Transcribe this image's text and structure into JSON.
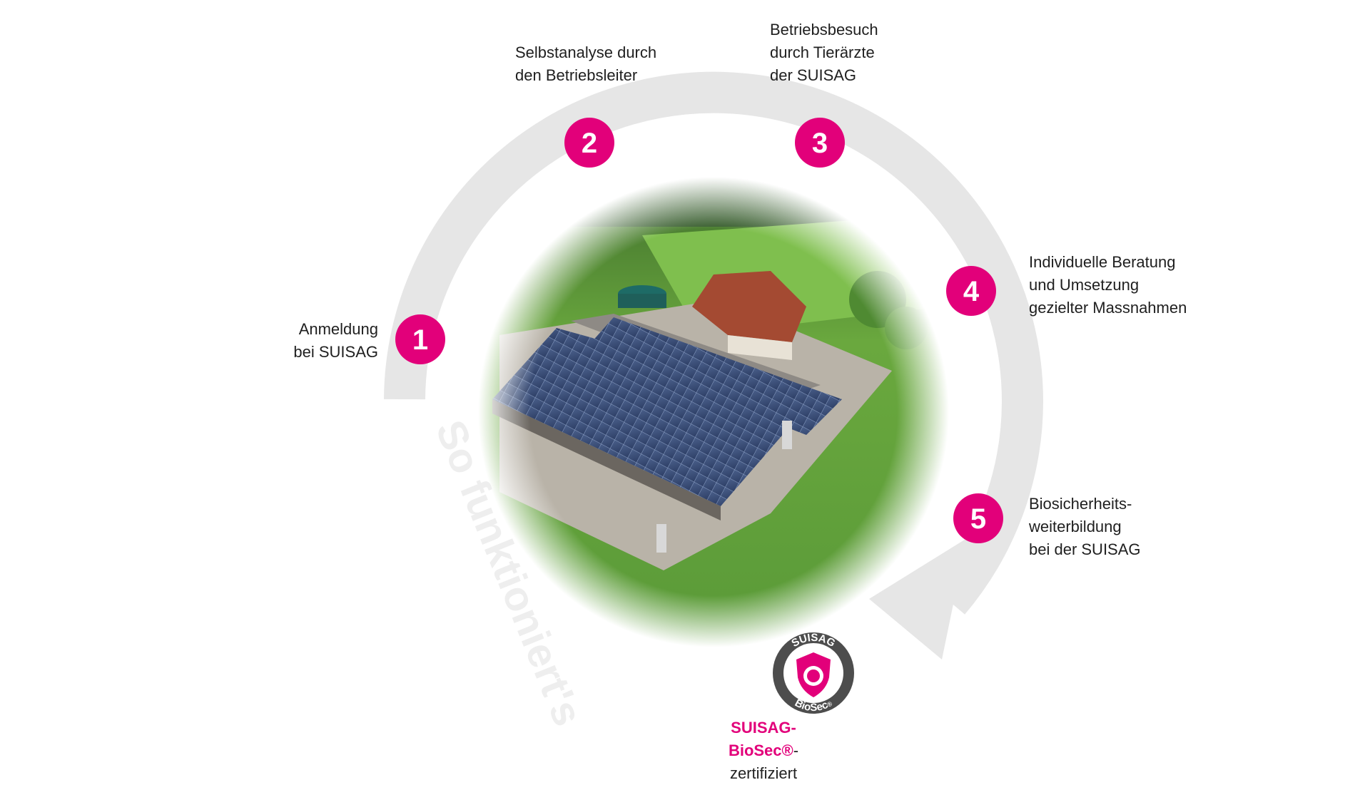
{
  "colors": {
    "accent": "#e2007a",
    "arrow": "#e6e6e6",
    "arrow_text": "#eeeeee",
    "seal_dark": "#4d4d4d",
    "seal_pink": "#e2007a"
  },
  "arrow_label": "So funktioniert's",
  "steps": [
    {
      "number": "1",
      "text": "Anmeldung\nbei SUISAG"
    },
    {
      "number": "2",
      "text": "Selbstanalyse durch\nden Betriebsleiter"
    },
    {
      "number": "3",
      "text": "Betriebsbesuch\ndurch Tierärzte\nder SUISAG"
    },
    {
      "number": "4",
      "text": "Individuelle Beratung\nund Umsetzung\ngezielter Massnahmen"
    },
    {
      "number": "5",
      "text": "Biosicherheits-\nweiterbildung\nbei der SUISAG"
    }
  ],
  "seal": {
    "top_text": "SUISAG",
    "bottom_text": "BioSec",
    "registered": "®"
  },
  "certification": {
    "brand": "SUISAG-BioSec®",
    "suffix": "-",
    "line2": "zertifiziert"
  }
}
